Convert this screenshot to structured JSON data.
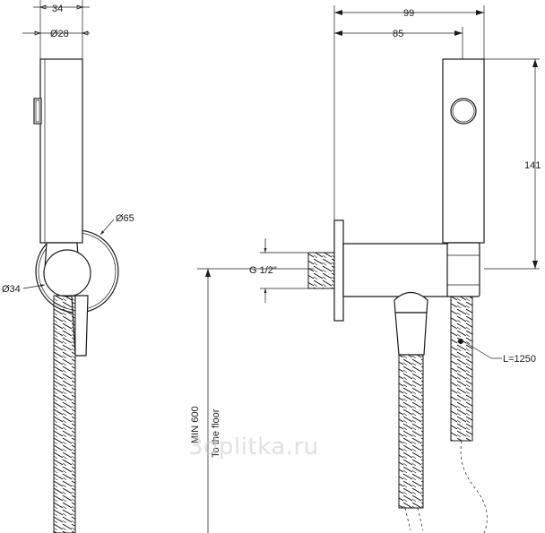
{
  "dimensions": {
    "left_width": "34",
    "left_diameter": "Ø28",
    "flange_diameter": "Ø65",
    "outlet_diameter": "Ø34",
    "total_depth": "99",
    "holder_depth": "85",
    "height": "141",
    "thread": "G 1/2\"",
    "hose_length": "L=1250",
    "min_height_line1": "MIN 600",
    "min_height_line2": "To the floor"
  },
  "watermark": "3dplitka.ru"
}
